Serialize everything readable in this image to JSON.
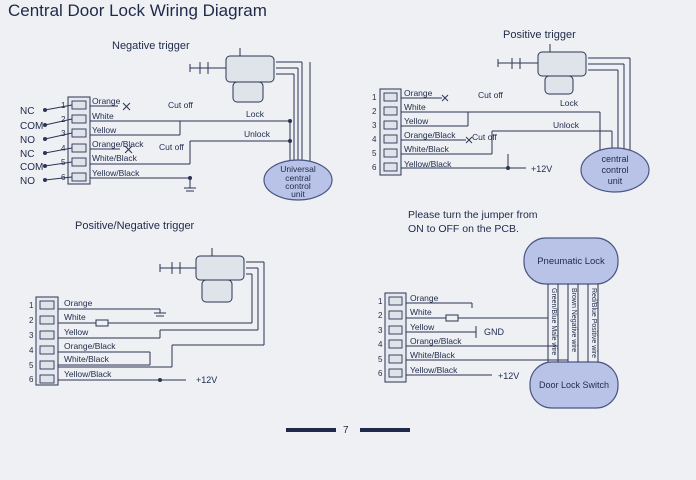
{
  "title": "Central Door Lock Wiring Diagram",
  "page_number": "7",
  "diagrams": {
    "negative": {
      "title": "Negative trigger",
      "left_labels": [
        "NC",
        "COM",
        "NO",
        "NC",
        "COM",
        "NO"
      ],
      "pin_numbers": [
        "1",
        "2",
        "3",
        "4",
        "5",
        "6"
      ],
      "wires": [
        "Orange",
        "White",
        "Yellow",
        "Orange/Black",
        "White/Black",
        "Yellow/Black"
      ],
      "cut_off_1": "Cut off",
      "cut_off_2": "Cut off",
      "lock": "Lock",
      "unlock": "Unlock",
      "unit": [
        "Universal",
        "central",
        "control",
        "unit"
      ]
    },
    "positive": {
      "title": "Positive trigger",
      "pin_numbers": [
        "1",
        "2",
        "3",
        "4",
        "5",
        "6"
      ],
      "wires": [
        "Orange",
        "White",
        "Yellow",
        "Orange/Black",
        "White/Black",
        "Yellow/Black"
      ],
      "cut_off_1": "Cut off",
      "cut_off_2": "Cut off",
      "lock": "Lock",
      "unlock": "Unlock",
      "voltage": "+12V",
      "unit": [
        "central",
        "control",
        "unit"
      ]
    },
    "posneg": {
      "title": "Positive/Negative  trigger",
      "pin_numbers": [
        "1",
        "2",
        "3",
        "4",
        "5",
        "6"
      ],
      "wires": [
        "Orange",
        "White",
        "Yellow",
        "Orange/Black",
        "White/Black",
        "Yellow/Black"
      ],
      "voltage": "+12V"
    },
    "pneumatic": {
      "note": [
        "Please turn the jumper from",
        "ON to OFF on the PCB."
      ],
      "pin_numbers": [
        "1",
        "2",
        "3",
        "4",
        "5",
        "6"
      ],
      "wires": [
        "Orange",
        "White",
        "Yellow",
        "Orange/Black",
        "White/Black",
        "Yellow/Black"
      ],
      "gnd": "GND",
      "voltage": "+12V",
      "pneumatic_lock": "Pneumatic Lock",
      "door_lock_switch": "Door Lock Switch",
      "vertical_labels": [
        "Green/Blue Male wire",
        "Brown  Negative wire",
        "Red/Blue  Positive wire"
      ]
    }
  },
  "colors": {
    "ink": "#1f2a4a",
    "unit_fill": "#b9c3e8"
  }
}
